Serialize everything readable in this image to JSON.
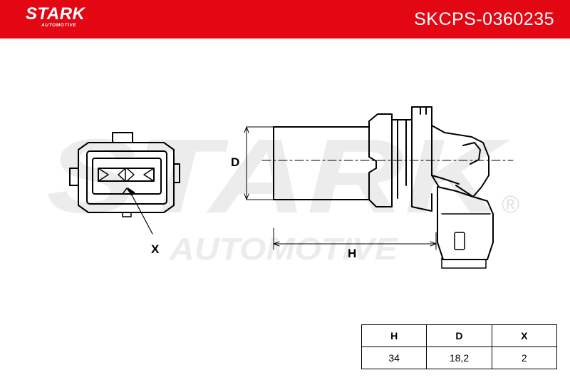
{
  "header": {
    "brand": "STARK",
    "brand_sub": "AUTOMOTIVE",
    "part_number": "SKCPS-0360235",
    "bg_color": "#e30613"
  },
  "watermark": {
    "main": "STARK",
    "sub": "AUTOMOTIVE",
    "mark": "®"
  },
  "drawing": {
    "labels": {
      "d": "D",
      "h": "H",
      "x": "X"
    }
  },
  "dimensions_table": {
    "headers": [
      "H",
      "D",
      "X"
    ],
    "values": [
      "34",
      "18,2",
      "2"
    ]
  }
}
